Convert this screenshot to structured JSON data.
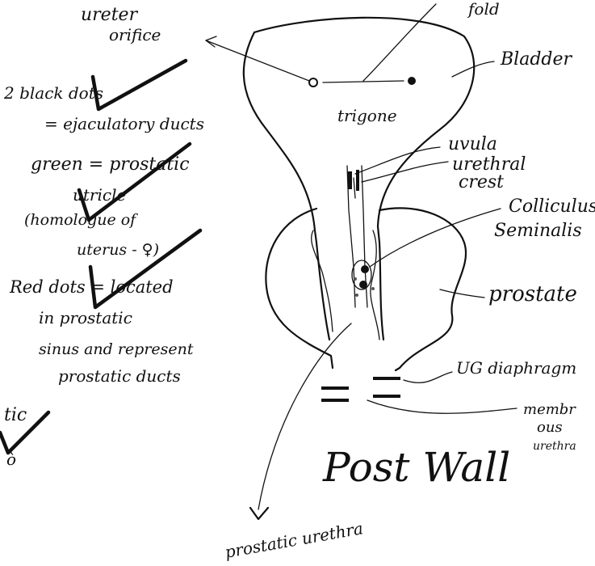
{
  "labels": {
    "ureter_orifice_1": "ureter",
    "ureter_orifice_2": "orifice",
    "interureteric_fold": "fold",
    "bladder": "Bladder",
    "trigone": "trigone",
    "uvula": "uvula",
    "urethral_crest_1": "urethral",
    "urethral_crest_2": "crest",
    "colliculus_1": "Colliculus",
    "colliculus_2": "Seminalis",
    "prostate": "prostate",
    "ug_diaphragm": "UG diaphragm",
    "membranous_1": "membr",
    "membranous_2": "ous",
    "membranous_3": "urethra",
    "post_wall": "Post Wall",
    "prostatic_urethra": "prostatic urethra"
  },
  "notes": {
    "line1": "2 black dots",
    "line2": "= ejaculatory ducts",
    "line3": "green = prostatic",
    "line4": "utricle",
    "line5": "(homologue of",
    "line6": "uterus - ♀)",
    "line7": "Red dots = located",
    "line8": "in prostatic",
    "line9": "sinus and represent",
    "line10": "prostatic ducts"
  },
  "margin_fragment": {
    "line1": "tic",
    "line2": "ò"
  }
}
